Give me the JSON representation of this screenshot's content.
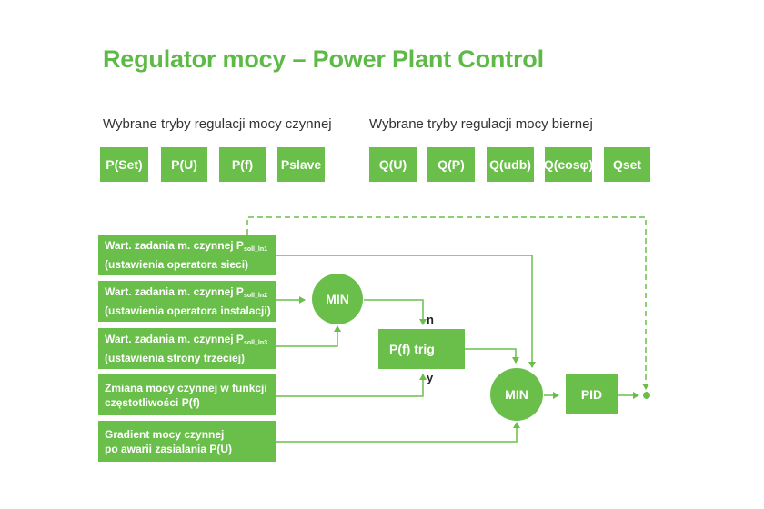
{
  "title": "Regulator mocy – Power Plant Control",
  "active_modes": {
    "heading": "Wybrane tryby regulacji mocy czynnej",
    "buttons": [
      "P(Set)",
      "P(U)",
      "P(f)",
      "Pslave"
    ]
  },
  "reactive_modes": {
    "heading": "Wybrane tryby regulacji mocy biernej",
    "buttons": [
      "Q(U)",
      "Q(P)",
      "Q(udb)",
      "Q(cosφ)",
      "Qset"
    ]
  },
  "inputs": [
    {
      "line1": "Wart. zadania m. czynnej P",
      "sub": "soll_ln1",
      "line2": "(ustawienia operatora sieci)"
    },
    {
      "line1": "Wart. zadania m. czynnej P",
      "sub": "soll_ln2",
      "line2": "(ustawienia operatora instalacji)"
    },
    {
      "line1": "Wart. zadania m. czynnej P",
      "sub": "soll_ln3",
      "line2": "(ustawienia strony trzeciej)"
    },
    {
      "line1": "Zmiana mocy czynnej w funkcji",
      "sub": "",
      "line2": "częstotliwości P(f)"
    },
    {
      "line1": "Gradient mocy czynnej",
      "sub": "",
      "line2": "po awarii zasialania P(U)"
    }
  ],
  "blocks": {
    "min_upper": "MIN",
    "pf_trig": "P(f) trig",
    "port_n": "n",
    "port_y": "y",
    "min_lower": "MIN",
    "pid": "PID"
  },
  "colors": {
    "accent": "#6abf4b",
    "title": "#5eba47",
    "text": "#333333"
  }
}
